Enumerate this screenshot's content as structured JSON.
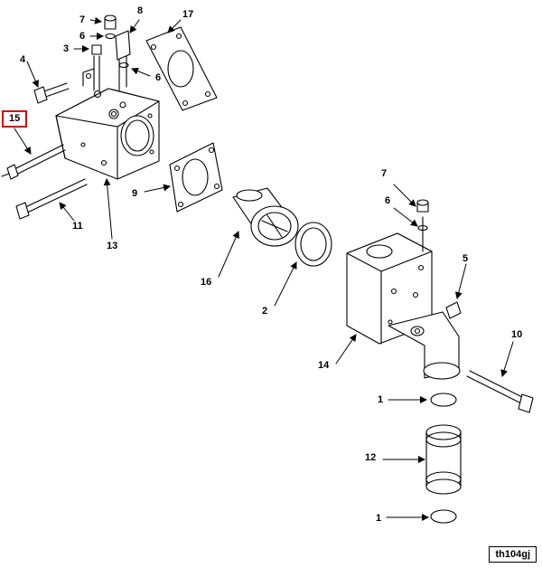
{
  "diagram": {
    "drawing_id": "th104gj",
    "highlighted_callout": "15",
    "highlight_color": "#d40000",
    "callouts": {
      "c7a": "7",
      "c8": "8",
      "c17": "17",
      "c6a": "6",
      "c3": "3",
      "c4": "4",
      "c6b": "6",
      "c15": "15",
      "c9": "9",
      "c11": "11",
      "c13": "13",
      "c16": "16",
      "c2": "2",
      "c7b": "7",
      "c6c": "6",
      "c5": "5",
      "c10": "10",
      "c14": "14",
      "c1a": "1",
      "c12": "12",
      "c1b": "1"
    }
  }
}
